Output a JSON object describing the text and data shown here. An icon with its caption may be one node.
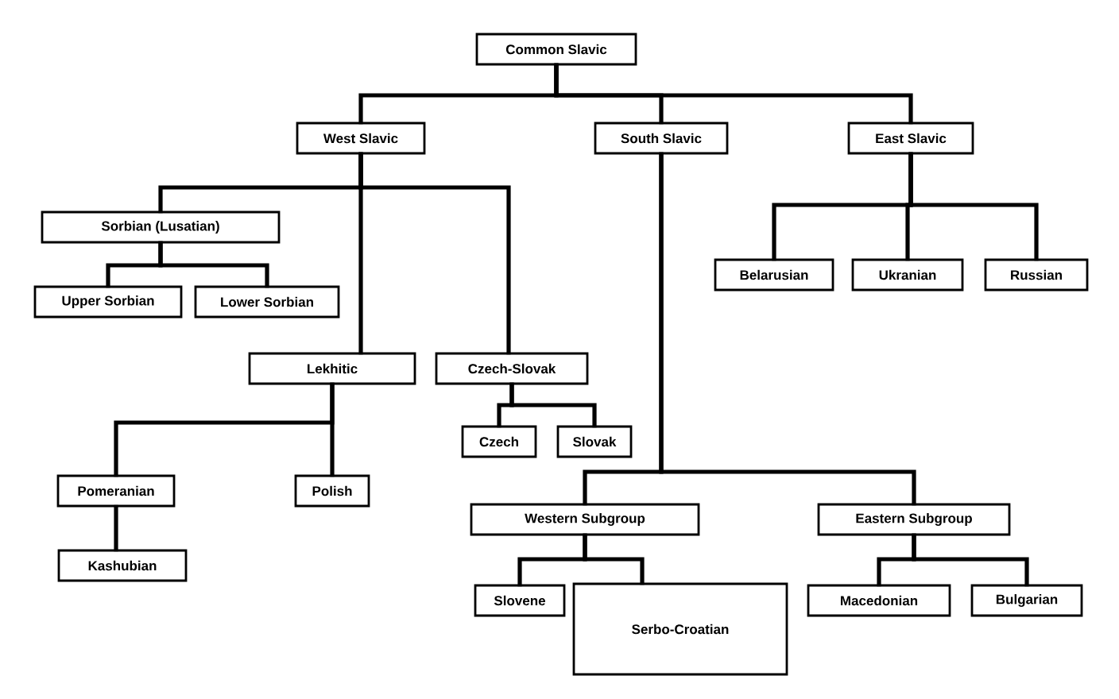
{
  "diagram": {
    "nodes": [
      {
        "text": [
          "Common Slavic"
        ]
      },
      {
        "text": [
          "West Slavic"
        ]
      },
      {
        "text": [
          "South Slavic"
        ]
      },
      {
        "text": [
          "East Slavic"
        ]
      },
      {
        "text": [
          "Sorbian (Lusatian)"
        ]
      },
      {
        "text": [
          "Upper Sorbian"
        ]
      },
      {
        "text": [
          "Lower Sorbian"
        ]
      },
      {
        "text": [
          "Belarusian"
        ]
      },
      {
        "text": [
          "Ukranian"
        ]
      },
      {
        "text": [
          "Russian"
        ]
      },
      {
        "text": [
          "Lekhitic"
        ]
      },
      {
        "text": [
          "Czech-Slovak"
        ]
      },
      {
        "text": [
          "Czech"
        ]
      },
      {
        "text": [
          "Slovak"
        ]
      },
      {
        "text": [
          "Pomeranian"
        ]
      },
      {
        "text": [
          "Polish"
        ]
      },
      {
        "text": [
          "Kashubian"
        ]
      },
      {
        "text": [
          "Western Subgroup"
        ]
      },
      {
        "text": [
          "Eastern Subgroup"
        ]
      },
      {
        "text": [
          "Slovene"
        ]
      },
      {
        "text": [
          "Serbo-Croatian"
        ]
      },
      {
        "text": [
          "Macedonian"
        ]
      },
      {
        "text": [
          "Bulgarian"
        ]
      }
    ],
    "edges": [
      {
        "from": 0,
        "to": 1,
        "arrow": "none"
      },
      {
        "from": 0,
        "to": 2,
        "arrow": "none"
      },
      {
        "from": 0,
        "to": 3,
        "arrow": "none"
      },
      {
        "from": 1,
        "to": 4,
        "arrow": "none"
      },
      {
        "from": 1,
        "to": 10,
        "arrow": "none"
      },
      {
        "from": 1,
        "to": 11,
        "arrow": "none"
      },
      {
        "from": 4,
        "to": 5,
        "arrow": "none"
      },
      {
        "from": 4,
        "to": 6,
        "arrow": "none"
      },
      {
        "from": 3,
        "to": 7,
        "arrow": "none"
      },
      {
        "from": 3,
        "to": 8,
        "arrow": "none"
      },
      {
        "from": 3,
        "to": 9,
        "arrow": "none"
      },
      {
        "from": 10,
        "to": 14,
        "arrow": "none"
      },
      {
        "from": 10,
        "to": 15,
        "arrow": "none"
      },
      {
        "from": 11,
        "to": 12,
        "arrow": "none"
      },
      {
        "from": 11,
        "to": 13,
        "arrow": "none"
      },
      {
        "from": 14,
        "to": 16,
        "arrow": "none"
      },
      {
        "from": 2,
        "to": 17,
        "arrow": "none"
      },
      {
        "from": 2,
        "to": 18,
        "arrow": "none"
      },
      {
        "from": 17,
        "to": 19,
        "arrow": "none"
      },
      {
        "from": 17,
        "to": 20,
        "arrow": "none"
      },
      {
        "from": 18,
        "to": 21,
        "arrow": "none"
      },
      {
        "from": 18,
        "to": 22,
        "arrow": "none"
      }
    ]
  }
}
